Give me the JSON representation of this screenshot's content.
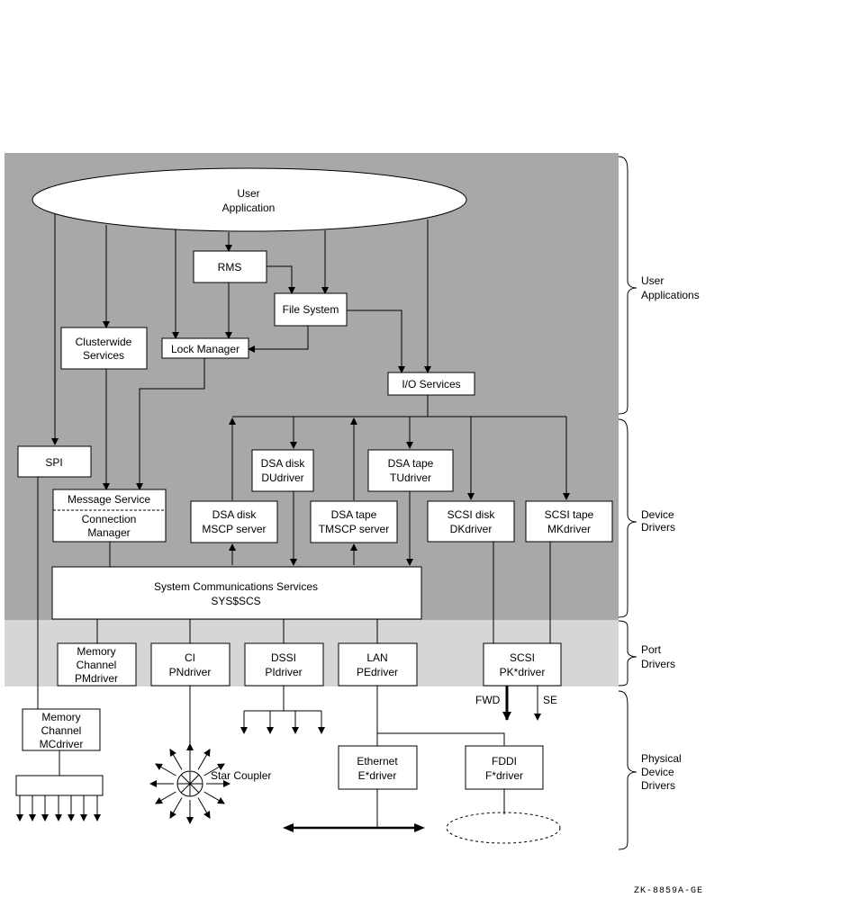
{
  "regions": {
    "user_applications": [
      "User",
      "Applications"
    ],
    "device_drivers": [
      "Device",
      "Drivers"
    ],
    "port_drivers": [
      "Port",
      "Drivers"
    ],
    "physical_device_drivers": [
      "Physical",
      "Device",
      "Drivers"
    ]
  },
  "colors": {
    "user_band": "#a8a8a8",
    "port_band": "#d6d6d6",
    "background": "#ffffff"
  },
  "nodes": {
    "user_app": [
      "User",
      "Application"
    ],
    "rms": [
      "RMS"
    ],
    "file_system": [
      "File System"
    ],
    "clusterwide": [
      "Clusterwide",
      "Services"
    ],
    "lock_manager": [
      "Lock Manager"
    ],
    "io_services": [
      "I/O Services"
    ],
    "spi": [
      "SPI"
    ],
    "message_service": [
      "Message Service"
    ],
    "connection_manager": [
      "Connection",
      "Manager"
    ],
    "dsa_disk_du": [
      "DSA disk",
      "DUdriver"
    ],
    "dsa_tape_tu": [
      "DSA tape",
      "TUdriver"
    ],
    "dsa_disk_mscp": [
      "DSA disk",
      "MSCP server"
    ],
    "dsa_tape_tmscp": [
      "DSA tape",
      "TMSCP server"
    ],
    "scsi_disk": [
      "SCSI disk",
      "DKdriver"
    ],
    "scsi_tape": [
      "SCSI tape",
      "MKdriver"
    ],
    "sys_comm": [
      "System Communications Services",
      "SYS$SCS"
    ],
    "mc_pm": [
      "Memory",
      "Channel",
      "PMdriver"
    ],
    "ci": [
      "CI",
      "PNdriver"
    ],
    "dssi": [
      "DSSI",
      "PIdriver"
    ],
    "lan": [
      "LAN",
      "PEdriver"
    ],
    "scsi_pk": [
      "SCSI",
      "PK*driver"
    ],
    "mc_mc": [
      "Memory",
      "Channel",
      "MCdriver"
    ],
    "ethernet": [
      "Ethernet",
      "E*driver"
    ],
    "fddi": [
      "FDDI",
      "F*driver"
    ]
  },
  "labels": {
    "fwd": "FWD",
    "se": "SE",
    "star_coupler": "Star Coupler",
    "figure_code": "ZK-8859A-GE"
  }
}
